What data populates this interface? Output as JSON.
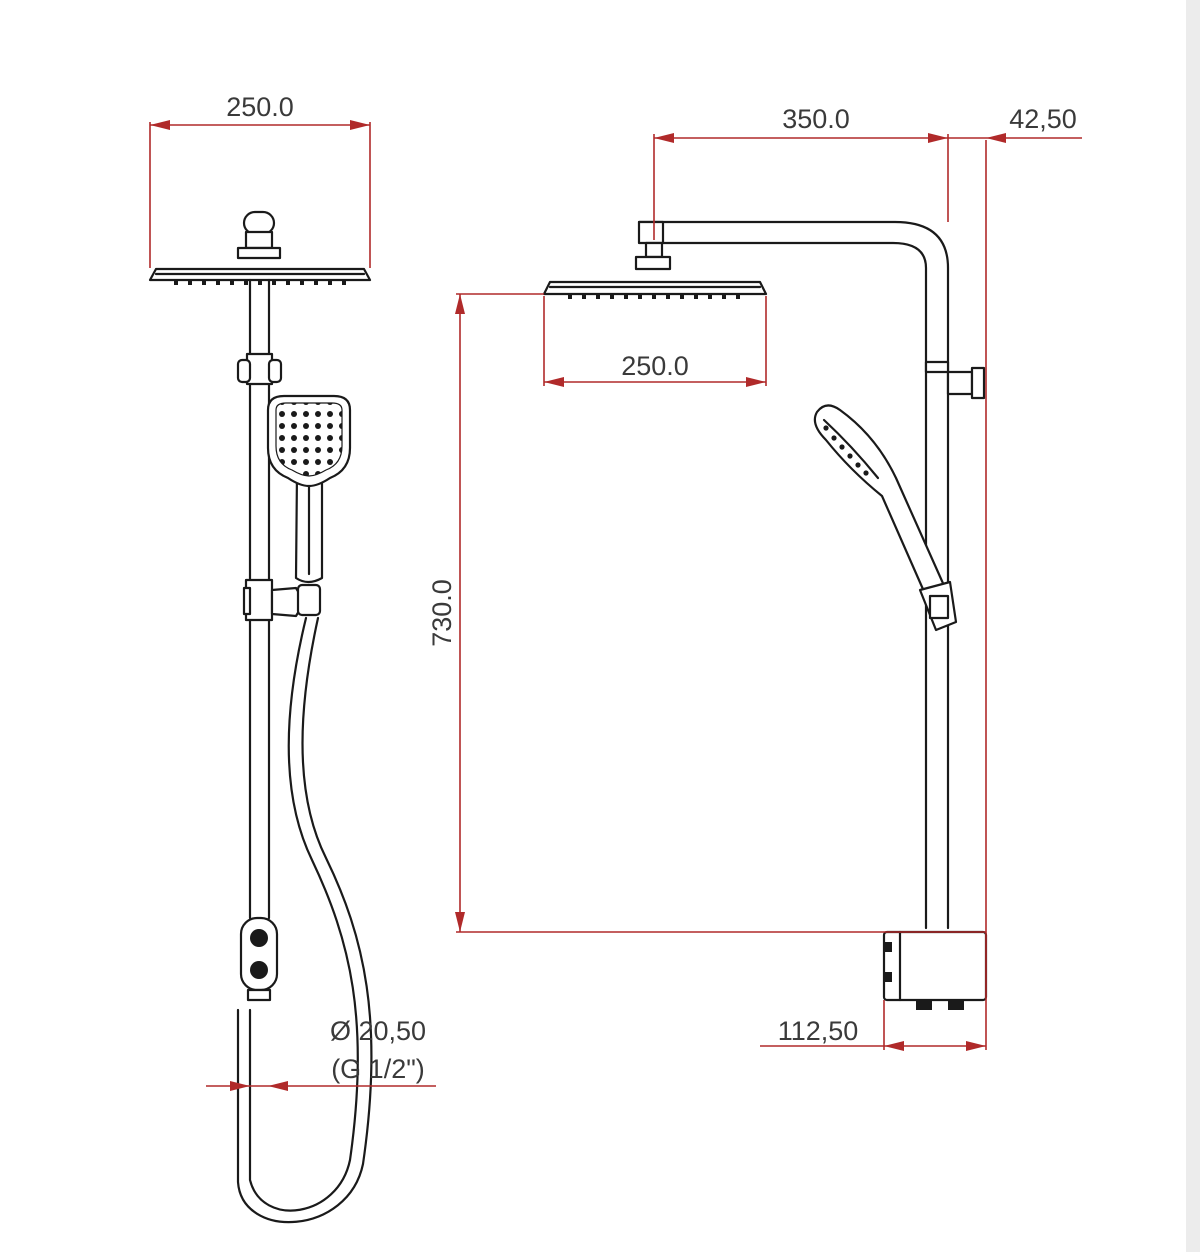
{
  "colors": {
    "outline": "#1a1a1a",
    "dimension_line": "#b02a2a",
    "dimension_text": "#3a3a3a",
    "background": "#ffffff"
  },
  "front_view": {
    "head_width_label": "250.0",
    "inlet_diameter_label": "Ø 20,50",
    "inlet_thread_label": "(G 1/2\")"
  },
  "side_view": {
    "arm_length_label": "350.0",
    "wall_offset_label": "42,50",
    "head_width_label": "250.0",
    "height_label": "730.0",
    "mixer_depth_label": "112,50"
  }
}
